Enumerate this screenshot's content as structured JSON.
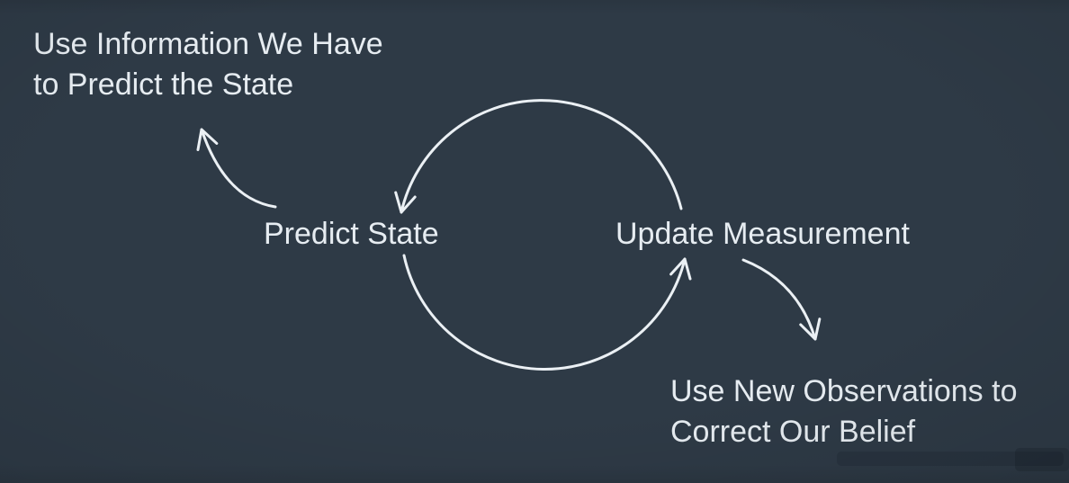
{
  "colors": {
    "background": "#2e3a46",
    "text": "#e6ecf1",
    "stroke": "#ebf0f4"
  },
  "cycle": {
    "predict_label": "Predict State",
    "update_label": "Update Measurement"
  },
  "annotations": {
    "predict_note_line1": "Use Information We Have",
    "predict_note_line2": "to Predict the State",
    "update_note_line1": "Use New Observations to",
    "update_note_line2": "Correct Our Belief"
  },
  "icons": {
    "arrowhead": "open-v-arrowhead"
  }
}
